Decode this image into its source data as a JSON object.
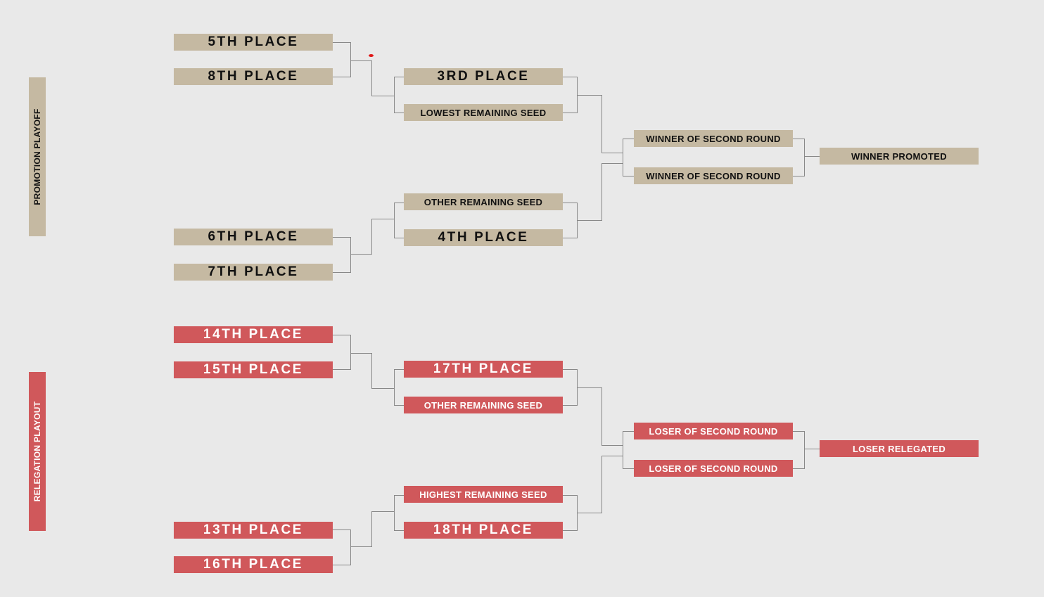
{
  "colors": {
    "promotion": "#c5b9a2",
    "relegation": "#d0585b",
    "background": "#e9e9e9",
    "connector": "#888888"
  },
  "promotion": {
    "label": "PROMOTION PLAYOFF",
    "round1": [
      "5TH PLACE",
      "8TH PLACE",
      "6TH PLACE",
      "7TH PLACE"
    ],
    "round2": [
      "3RD PLACE",
      "LOWEST REMAINING SEED",
      "OTHER REMAINING SEED",
      "4TH PLACE"
    ],
    "round3": [
      "WINNER OF SECOND ROUND",
      "WINNER OF SECOND ROUND"
    ],
    "final": "WINNER PROMOTED"
  },
  "relegation": {
    "label": "RELEGATION PLAYOUT",
    "round1": [
      "14TH PLACE",
      "15TH PLACE",
      "13TH PLACE",
      "16TH PLACE"
    ],
    "round2": [
      "17TH PLACE",
      "OTHER REMAINING SEED",
      "HIGHEST REMAINING SEED",
      "18TH PLACE"
    ],
    "round3": [
      "LOSER OF SECOND ROUND",
      "LOSER OF SECOND ROUND"
    ],
    "final": "LOSER RELEGATED"
  }
}
